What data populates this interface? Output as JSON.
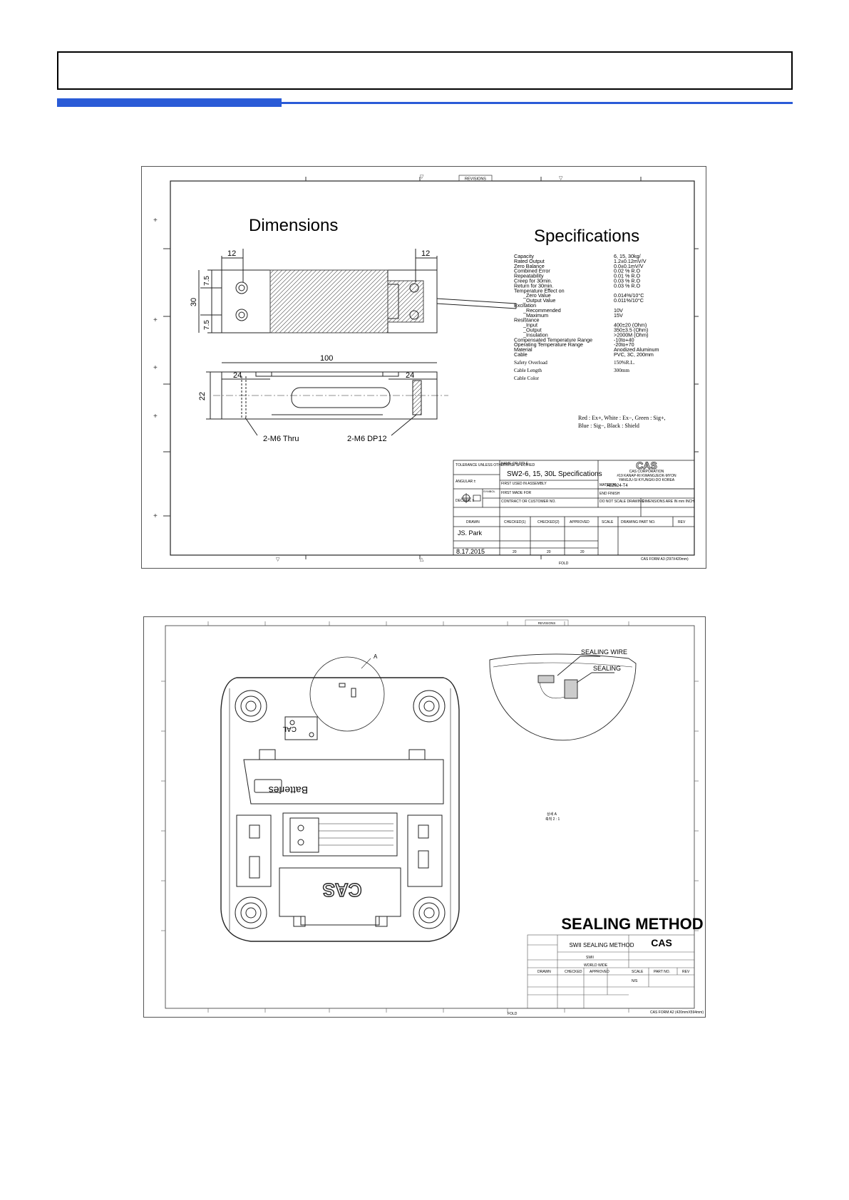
{
  "drawing1": {
    "revisions": "REVISIONS",
    "dimensions_title": "Dimensions",
    "specifications_title": "Specifications",
    "dim_12_left": "12",
    "dim_12_right": "12",
    "dim_7_5_top": "7.5",
    "dim_30": "30",
    "dim_7_5_bottom": "7.5",
    "dim_100": "100",
    "dim_24_left": "24",
    "dim_24_right": "24",
    "dim_22": "22",
    "hole_label_1": "2-M6 Thru",
    "hole_label_2": "2-M6 DP12",
    "specs": [
      {
        "label": "Capacity",
        "value": "6, 15, 30kg/"
      },
      {
        "label": "Rated Output",
        "value": "1.2±0.12mV/V"
      },
      {
        "label": "Zero Balance",
        "value": "0.0±0.1mV/V"
      },
      {
        "label": "Combined Error",
        "value": "0.02 % R.O"
      },
      {
        "label": "Repeatability",
        "value": "0.01 % R.O"
      },
      {
        "label": "Creep for 30min.",
        "value": "0.03 % R.O"
      },
      {
        "label": "Return for 30min.",
        "value": "0.03 % R.O"
      },
      {
        "label": "Temperature Effect on",
        "value": ""
      },
      {
        "label": "_Zero Value",
        "value": "0.014%/10°C"
      },
      {
        "label": "_Output Value",
        "value": "0.011%/10°C"
      },
      {
        "label": "Excitation",
        "value": ""
      },
      {
        "label": "_Recommended",
        "value": "10V"
      },
      {
        "label": "_Maximum",
        "value": "15V"
      },
      {
        "label": "Resistance",
        "value": ""
      },
      {
        "label": "_Input",
        "value": "400±20 (Ohm)"
      },
      {
        "label": "_Output",
        "value": "350±3.5 (Ohm)"
      },
      {
        "label": "_Insulation",
        "value": ">2000M (Ohm)"
      },
      {
        "label": "Compensated Temperature Range",
        "value": "-10to+40"
      },
      {
        "label": "Operating Temperature Range",
        "value": "-20to+70"
      },
      {
        "label": "Material",
        "value": "Anodized Aluminum"
      },
      {
        "label": "Cable",
        "value": "PVC, 3C, 200mm"
      },
      {
        "label": "Safety Overload",
        "value": "150%R.L."
      },
      {
        "label": "Cable Length",
        "value": "300mm"
      },
      {
        "label": "Cable Color",
        "value": ""
      }
    ],
    "cable_color_line1": "Red : Ex+, White : Ex−, Green : Sig+,",
    "cable_color_line2": "Blue : Sig−, Black : Shield",
    "tb": {
      "tolerance": "TOLERANCE UNLESS OTHERWISE SPECIFIED",
      "angular": "ANGULAR ±",
      "decimal": "DECIMAL ±",
      "name_title": "NAME OR TITLE",
      "title": "SW2-6, 15, 30L Specifications",
      "logo": "CAS",
      "company": "CAS CORPORATION",
      "address1": "#19 KANAP-RI KWANGJEOK-MYON",
      "address2": "YANGJU-SI KYUNGKI-DO KOREA",
      "first_used": "FIRST USED IN ASSEMBLY",
      "material_label": "MATERIAL",
      "material_value": "AL2024-T4",
      "symbol": "SYMBOL",
      "first_made": "FIRST MADE FOR",
      "end_finish": "END FINISH",
      "contract": "CONTRACT OR CUSTOMER NO.",
      "do_not_scale": "DO NOT SCALE DRAWING",
      "dimensions_note": "DIMENSIONS ARE IN mm INCH",
      "drawn": "DRAWN",
      "checked1": "CHECKED(1)",
      "checked2": "CHECKED(2)",
      "approved": "APPROVED",
      "scale": "SCALE",
      "drawing_part_no": "DRAWING PART NO.",
      "rev": "REV",
      "drawn_by": "JS. Park",
      "date": "8.17.2015",
      "d1": "20",
      "d2": "20",
      "d3": "20",
      "form": "CAS FORM A3 (297X420mm)",
      "fold": "FOLD"
    }
  },
  "drawing2": {
    "revisions": "REVISIONS",
    "detail_marker": "A",
    "sealing_wire": "SEALING WIRE",
    "sealing": "SEALING",
    "detail_caption1": "상세 A",
    "detail_caption2": "축척 2 : 1",
    "sealing_method": "SEALING METHOD",
    "batteries": "Batteries",
    "cal": "CAL",
    "logo_bottom": "CAS",
    "tb": {
      "title": "SWII SEALING METHOD",
      "logo": "CAS",
      "first_used_value": "SWII",
      "contract_value": "WORLD WIDE",
      "drawn": "DRAWN",
      "checked": "CHECKED",
      "approved": "APPROVED",
      "scale": "SCALE",
      "part_no": "PART NO.",
      "rev": "REV",
      "scale_value": "N/S",
      "form": "CAS FORM A2 (420mmX594mm)",
      "fold": "FOLD"
    }
  }
}
